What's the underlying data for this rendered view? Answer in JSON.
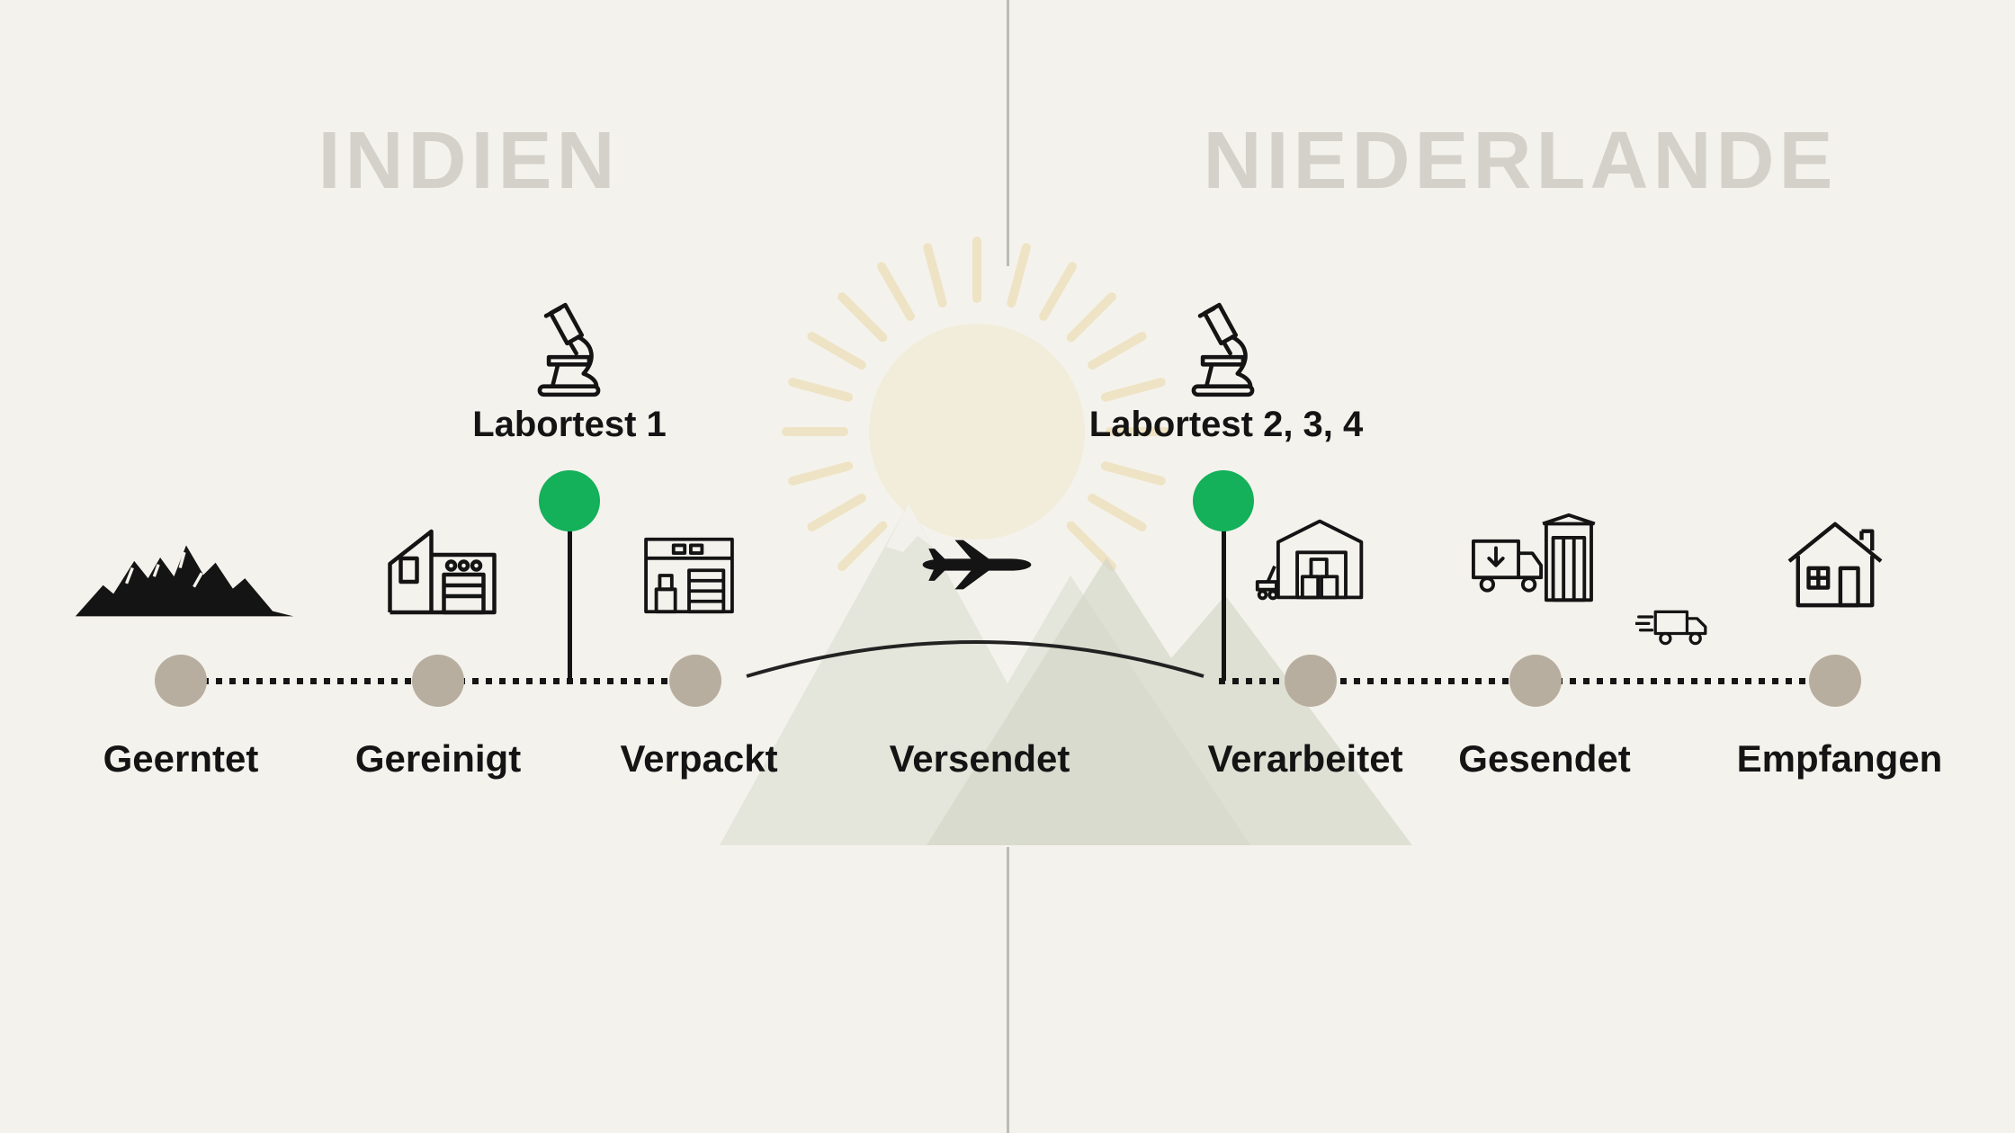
{
  "header": {
    "left": "INDIEN",
    "right": "NIEDERLANDE"
  },
  "lab_tests": [
    {
      "label": "Labortest 1",
      "icon": "microscope-icon"
    },
    {
      "label": "Labortest 2, 3, 4",
      "icon": "microscope-icon"
    }
  ],
  "steps": [
    {
      "label": "Geerntet",
      "icon": "mountains-icon"
    },
    {
      "label": "Gereinigt",
      "icon": "factory-icon"
    },
    {
      "label": "Verpackt",
      "icon": "warehouse-icon"
    },
    {
      "label": "Versendet",
      "icon": "airplane-icon"
    },
    {
      "label": "Verarbeitet",
      "icon": "processing-plant-icon"
    },
    {
      "label": "Gesendet",
      "icon": "loading-dock-icon"
    },
    {
      "label": "Empfangen",
      "icon": "house-icon"
    }
  ],
  "extra_icons": [
    "delivery-truck-icon",
    "sun-mountains-watermark"
  ],
  "colors": {
    "background": "#f4f2ec",
    "accent_green": "#14b05a",
    "dot_taupe": "#b7ae9f",
    "heading_gray": "#d4d1ca",
    "text": "#141414",
    "watermark_sun": "#ead8a4",
    "watermark_mountain": "#dfe0d5"
  }
}
